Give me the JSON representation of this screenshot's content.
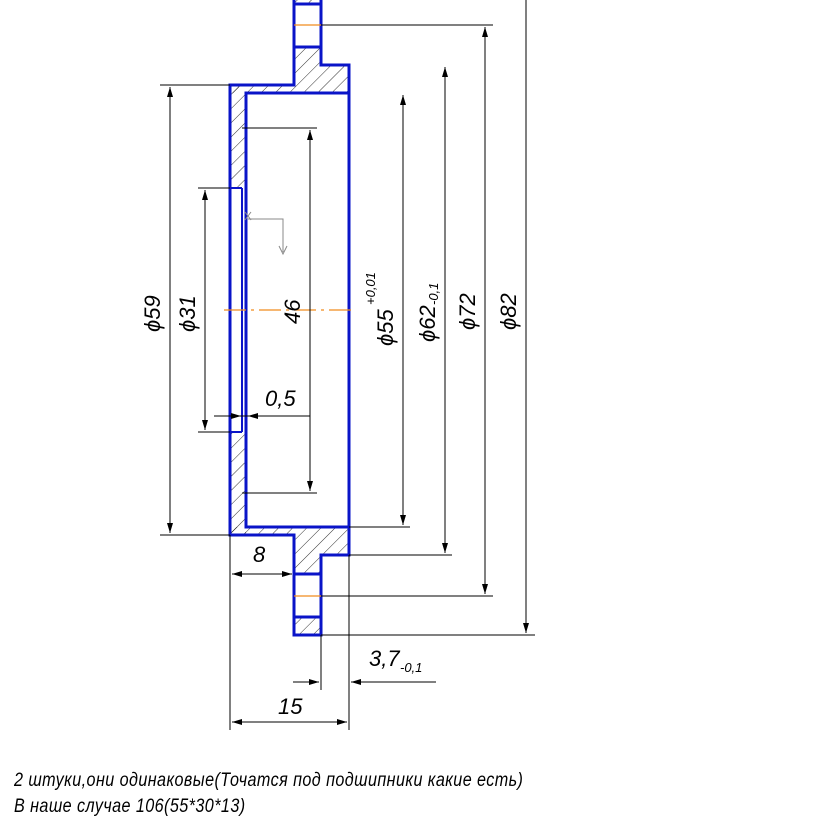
{
  "drawing": {
    "dims": {
      "d59": "ϕ59",
      "d31": "ϕ31",
      "l46": "46",
      "d55": "ϕ55",
      "d55_tol": "+0,01",
      "d62": "ϕ62",
      "d62_tol": "-0,1",
      "d72": "ϕ72",
      "d82": "ϕ82",
      "l05": "0,5",
      "l8": "8",
      "l37": "3,7",
      "l37_tol": "-0,1",
      "l15": "15"
    },
    "colors": {
      "outline": "#0a14c8",
      "centerline": "#f08c1e",
      "dim": "#000000"
    }
  },
  "notes": {
    "line1": "2 штуки,они одинаковые(Точатся под подшипники какие есть)",
    "line2": "В наше случае 106(55*30*13)"
  }
}
